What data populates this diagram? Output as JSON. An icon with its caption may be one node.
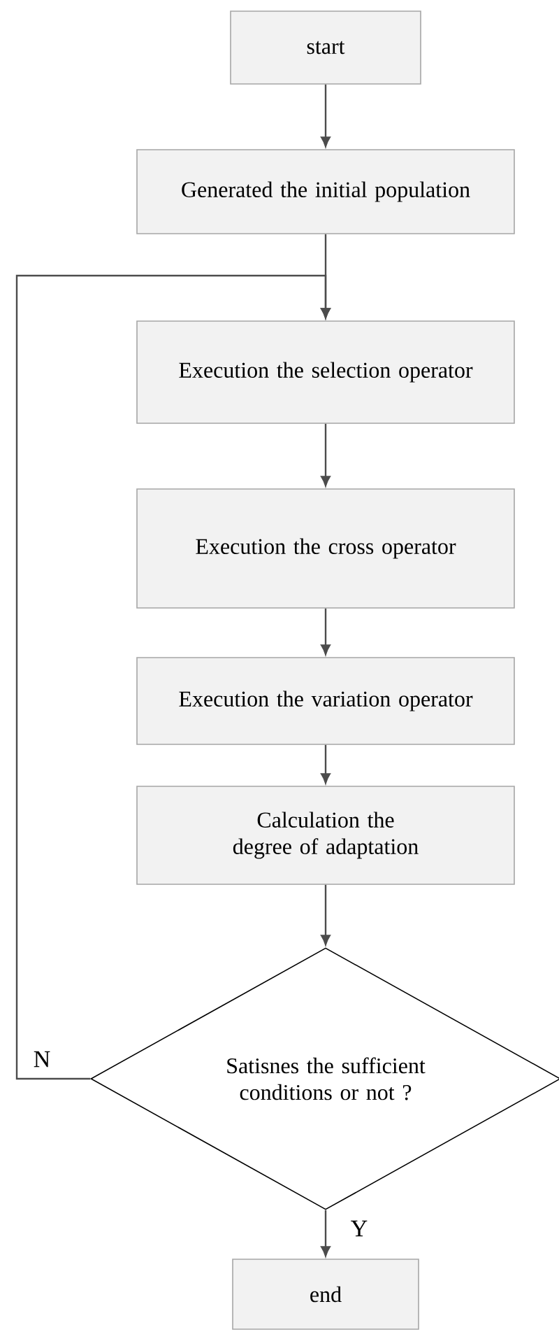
{
  "diagram": {
    "nodes": [
      {
        "text": [
          "start"
        ]
      },
      {
        "text": [
          "Generated the initial population"
        ]
      },
      {
        "text": [
          "Execution the selection operator"
        ]
      },
      {
        "text": [
          "Execution the cross operator"
        ]
      },
      {
        "text": [
          "Execution the variation operator"
        ]
      },
      {
        "text": [
          "Calculation the degree of adaptation"
        ]
      },
      {
        "text": [
          "Satisnes the sufficient conditions or not ?"
        ]
      },
      {
        "text": [
          "end"
        ]
      }
    ],
    "edges": [
      {
        "from": 0,
        "to": 1,
        "arrow": "to"
      },
      {
        "from": 1,
        "to": 2,
        "arrow": "to"
      },
      {
        "from": 2,
        "to": 3,
        "arrow": "to"
      },
      {
        "from": 3,
        "to": 4,
        "arrow": "to"
      },
      {
        "from": 4,
        "to": 5,
        "arrow": "to"
      },
      {
        "from": 5,
        "to": 6,
        "arrow": "to"
      },
      {
        "from": 6,
        "to": 2,
        "arrow": "to",
        "label": "N"
      },
      {
        "from": 6,
        "to": 7,
        "arrow": "to",
        "label": "Y"
      }
    ]
  }
}
